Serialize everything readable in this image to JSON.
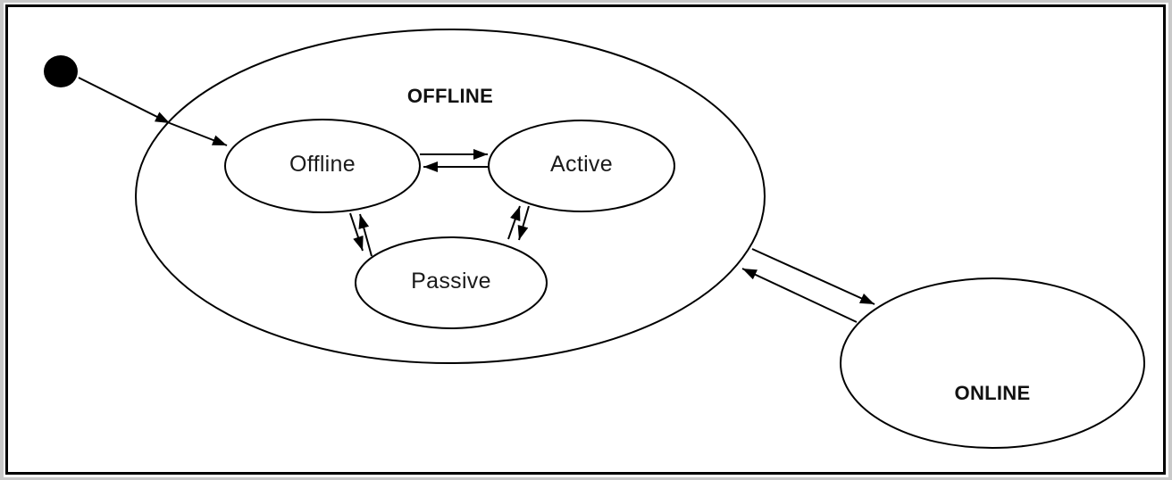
{
  "diagram": {
    "type": "uml-state-diagram",
    "colors": {
      "stroke": "#000000",
      "shape_fill": "#ffffff",
      "text": "#1a1a1a",
      "frame_border": "#000000",
      "outer_edge_gray": "#c9c9c9"
    },
    "initial_state": {
      "shape": "filled-circle"
    },
    "superstates": [
      {
        "id": "offline-group",
        "label": "OFFLINE"
      },
      {
        "id": "online",
        "label": "ONLINE"
      }
    ],
    "substates": [
      {
        "id": "offline",
        "label": "Offline",
        "parent": "offline-group"
      },
      {
        "id": "active",
        "label": "Active",
        "parent": "offline-group"
      },
      {
        "id": "passive",
        "label": "Passive",
        "parent": "offline-group"
      }
    ],
    "transitions": [
      {
        "from": "initial",
        "to": "offline"
      },
      {
        "from": "offline",
        "to": "active"
      },
      {
        "from": "active",
        "to": "offline"
      },
      {
        "from": "offline",
        "to": "passive"
      },
      {
        "from": "passive",
        "to": "offline"
      },
      {
        "from": "active",
        "to": "passive"
      },
      {
        "from": "passive",
        "to": "active"
      },
      {
        "from": "offline-group",
        "to": "online"
      },
      {
        "from": "online",
        "to": "offline-group"
      }
    ]
  }
}
